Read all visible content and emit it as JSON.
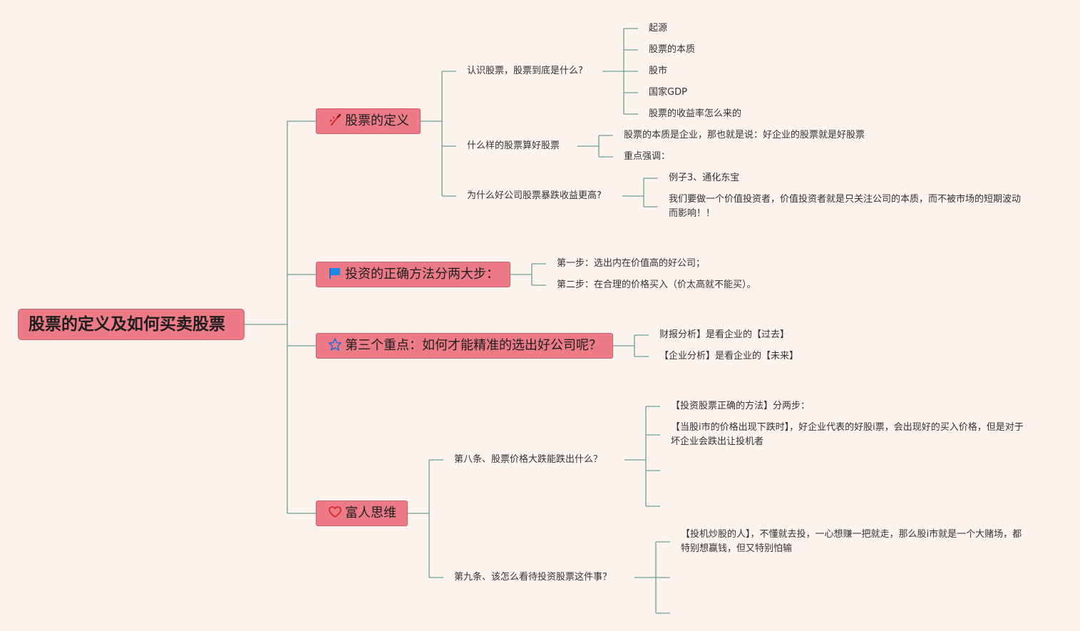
{
  "root": "股票的定义及如何买卖股票",
  "colors": {
    "node_fill": "#ec7b87",
    "line": "#6e9e90",
    "background": "#fdf3ee"
  },
  "branches": [
    {
      "title": "股票的定义",
      "icon": "brush-icon",
      "children": [
        {
          "text": "认识股票，股票到底是什么?",
          "children": [
            "起源",
            "股票的本质",
            "股市",
            "国家GDP",
            "股票的收益率怎么来的"
          ]
        },
        {
          "text": "什么样的股票算好股票",
          "children": [
            "股票的本质是企业，那也就是说：好企业的股票就是好股票",
            "重点强调："
          ]
        },
        {
          "text": "为什么好公司股票暴跌收益更高?",
          "children": [
            "例子3、通化东宝",
            "我们要做一个价值投资者，价值投资者就是只关注公司的本质，而不被市场的短期波动而影响！！"
          ]
        }
      ]
    },
    {
      "title": "投资的正确方法分两大步：",
      "icon": "flag-icon",
      "children": [
        "第一步：选出内在价值高的好公司；",
        "第二步：在合理的价格买入（价太高就不能买）。"
      ]
    },
    {
      "title": "第三个重点：如何才能精准的选出好公司呢？",
      "icon": "star-icon",
      "children": [
        "财报分析】是看企业的【过去】",
        "【企业分析】是看企业的【未来】"
      ]
    },
    {
      "title": "富人思维",
      "icon": "heart-icon",
      "children": [
        {
          "text": "第八条、股票价格大跌能跌出什么？",
          "children": [
            "【投资股票正确的方法】分两步：",
            "【当股i市的价格出现下跌时】，好企业代表的好股i票，会出现好的买入价格，但是对于坏企业会跌出让投机者"
          ]
        },
        {
          "text": "第九条、该怎么看待投资股票这件事？",
          "children": [
            "【投机炒股的人】，不懂就去投，一心想赚一把就走，那么股i市就是一个大赌场，都特别想赢钱，但又特别怕输"
          ]
        }
      ]
    }
  ]
}
